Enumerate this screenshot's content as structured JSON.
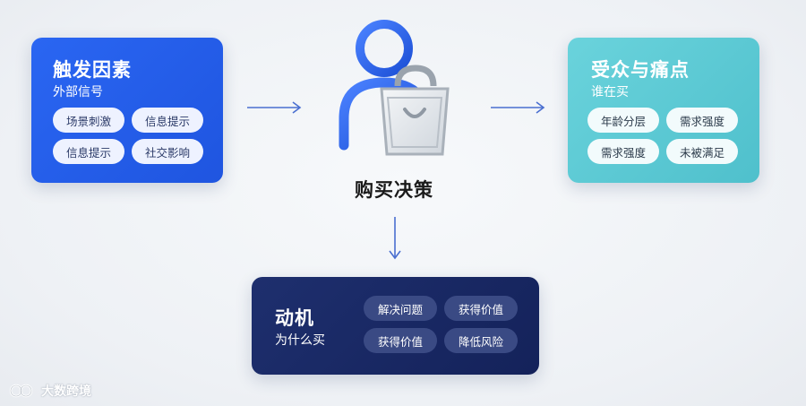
{
  "trigger": {
    "title": "触发因素",
    "subtitle": "外部信号",
    "tags": [
      "场景刺激",
      "信息提示",
      "信息提示",
      "社交影响"
    ]
  },
  "audience": {
    "title": "受众与痛点",
    "subtitle": "谁在买",
    "tags": [
      "年龄分层",
      "需求强度",
      "需求强度",
      "未被满足"
    ]
  },
  "motivation": {
    "title": "动机",
    "subtitle": "为什么买",
    "tags": [
      "解决问题",
      "获得价值",
      "获得价值",
      "降低风险"
    ]
  },
  "center": {
    "label": "购买决策",
    "icon": "person-shopping-bag-icon"
  },
  "watermark": {
    "text": "大数跨境"
  },
  "colors": {
    "trigger": "#2563eb",
    "audience": "#5ccad4",
    "motivation": "#182763",
    "arrow": "#4a6fd0"
  }
}
